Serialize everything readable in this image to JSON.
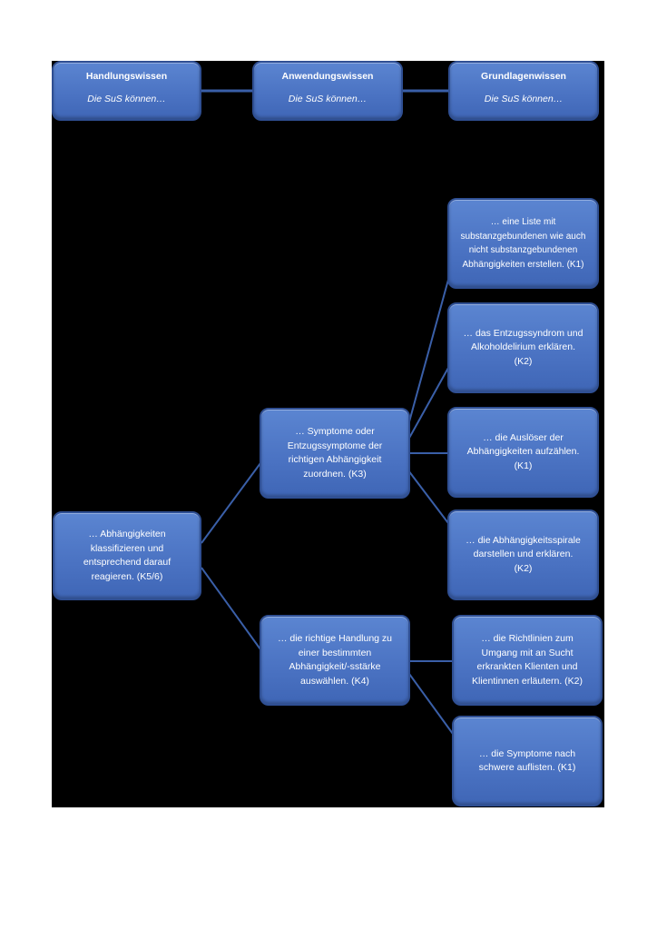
{
  "headers": [
    {
      "title": "Handlungswissen",
      "subtitle": "Die SuS können…"
    },
    {
      "title": "Anwendungswissen",
      "subtitle": "Die SuS können…"
    },
    {
      "title": "Grundlagenwissen",
      "subtitle": "Die SuS können…"
    }
  ],
  "nodes": {
    "root": "… Abhängigkeiten\nklassifizieren und\nentsprechend darauf\nreagieren. (K5/6)",
    "mid_symptome": "… Symptome oder\nEntzugssymptome der\nrichtigen Abhängigkeit\nzuordnen. (K3)",
    "mid_handlung": "… die richtige Handlung zu\neiner bestimmten\nAbhängigkeit/-sstärke\nauswählen. (K4)",
    "g_liste": "… eine Liste mit\nsubstanzgebundenen wie auch\nnicht substanzgebundenen\nAbhängigkeiten erstellen. (K1)",
    "g_entzug": "… das Entzugssyndrom und\nAlkoholdelirium erklären.\n(K2)",
    "g_ausloeser": "… die Auslöser der\nAbhängigkeiten aufzählen.\n(K1)",
    "g_spirale": "… die Abhängigkeitsspirale\ndarstellen und erklären.\n(K2)",
    "g_richtlinien": "… die Richtlinien zum\nUmgang mit an Sucht\nerkrankten Klienten und\nKlientinnen erläutern. (K2)",
    "g_symptome": "… die Symptome nach\nschwere auflisten. (K1)"
  },
  "colors": {
    "node_fill": "#4a72c2",
    "node_border": "#2f4f93",
    "connector": "#3a5fa8",
    "background": "#000000"
  }
}
